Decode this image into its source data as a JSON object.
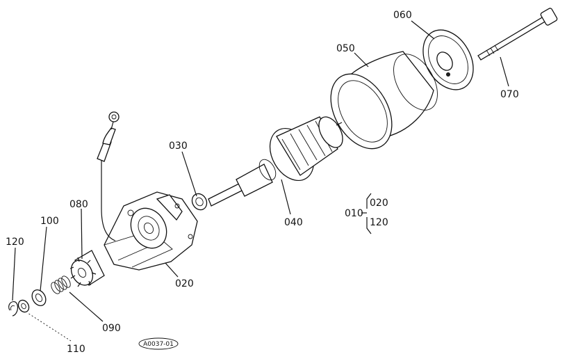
{
  "callouts": {
    "c010": "010",
    "c020_top": "020",
    "c020_sub": "020",
    "c030": "030",
    "c040": "040",
    "c050": "050",
    "c060": "060",
    "c070": "070",
    "c080": "080",
    "c090": "090",
    "c100": "100",
    "c110": "110",
    "c120_left": "120",
    "c120_sub": "120"
  },
  "figure_code": "A0037-01"
}
